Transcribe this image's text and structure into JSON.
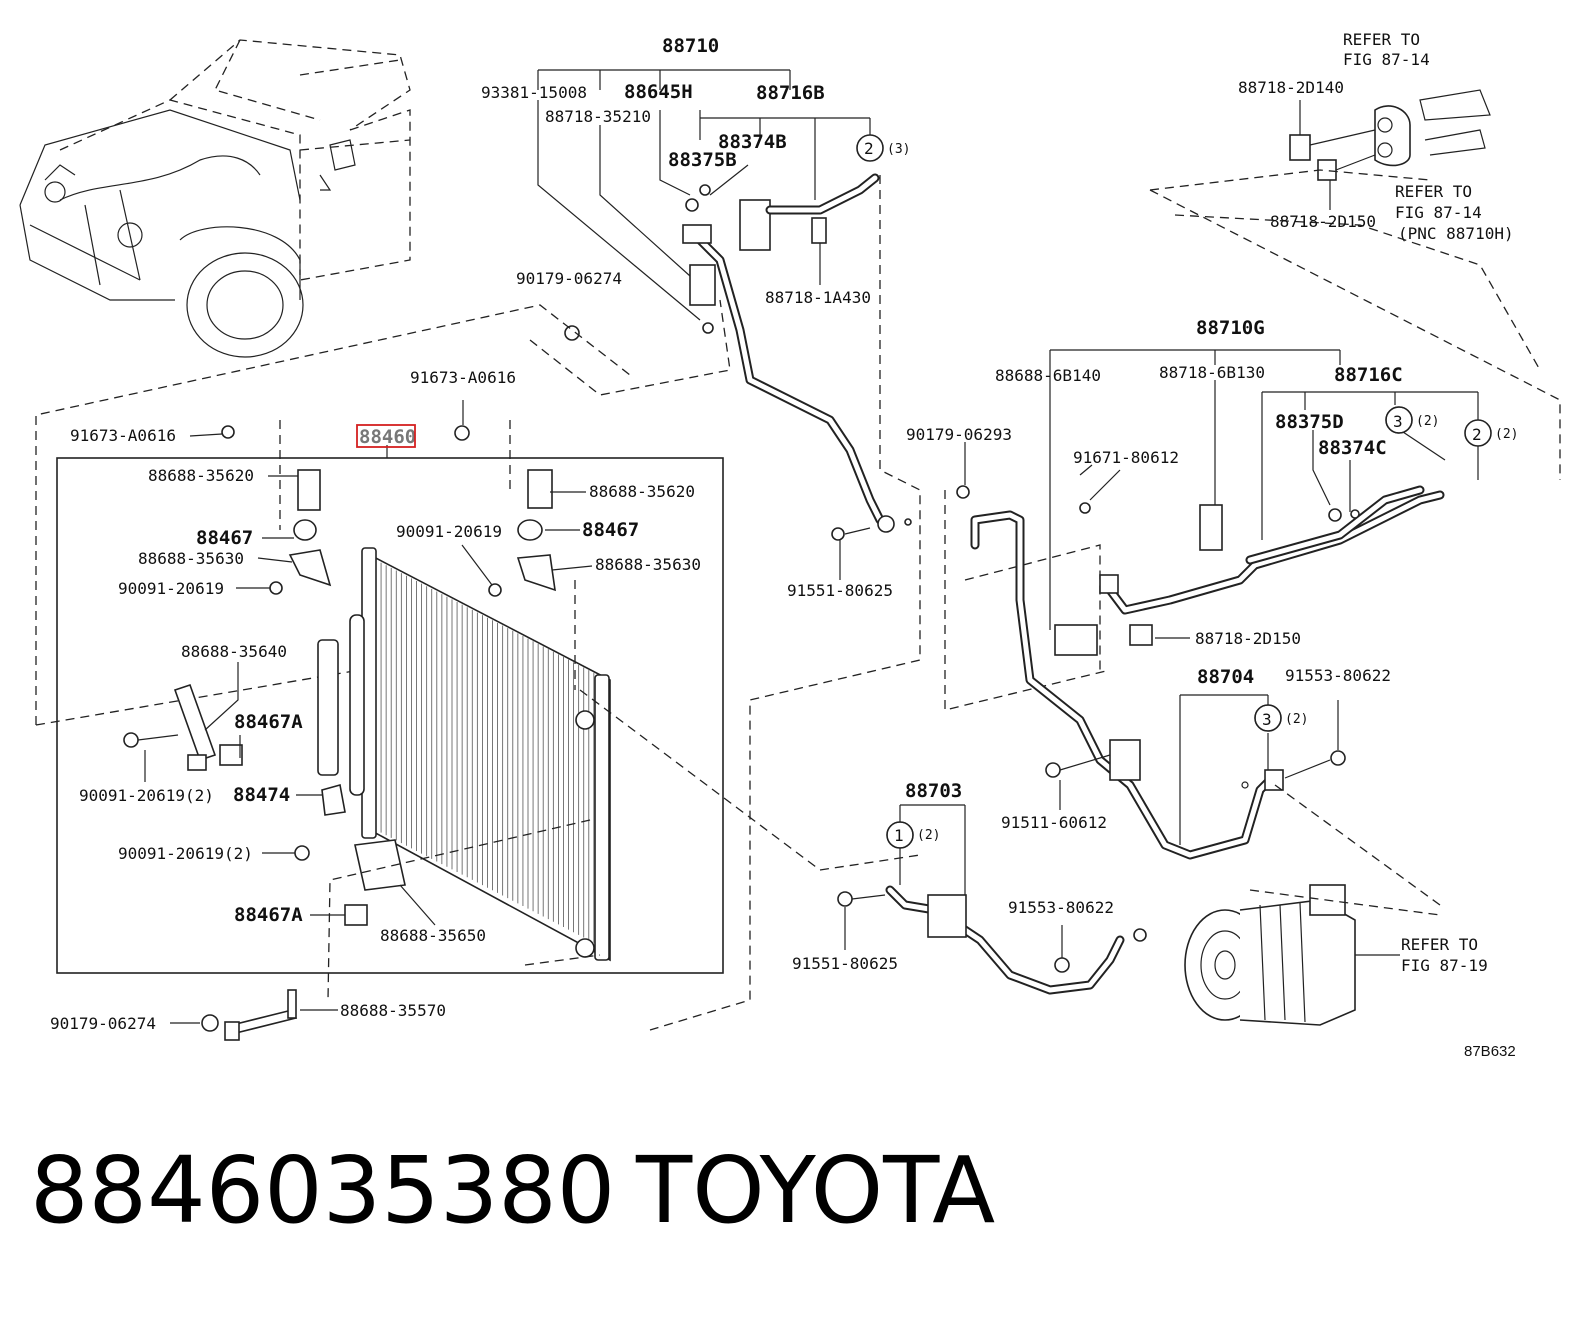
{
  "diagram": {
    "figure_code": "87B632",
    "highlight_color": "#d42020",
    "callouts": {
      "c88710": "88710",
      "c93381": "93381-15008",
      "c88645H": "88645H",
      "c88716B": "88716B",
      "c88718_35210": "88718-35210",
      "c88374B": "88374B",
      "c88375B": "88375B",
      "c2_top": "2",
      "c2_top_qty": "(3)",
      "c88718_1A430": "88718-1A430",
      "c90179_06274_top": "90179-06274",
      "refer1": "REFER TO",
      "refer1b": "FIG 87-14",
      "c88718_2D140": "88718-2D140",
      "c88718_2D150_top": "88718-2D150",
      "refer2": "REFER TO",
      "refer2b": "FIG 87-14",
      "refer2c": "(PNC 88710H)",
      "c91673_a": "91673-A0616",
      "c91673_b": "91673-A0616",
      "c88460": "88460",
      "c88688_35620_l": "88688-35620",
      "c88688_35620_r": "88688-35620",
      "c88467_l": "88467",
      "c88467_r": "88467",
      "c90091_20619_a": "90091-20619",
      "c88688_35630_l": "88688-35630",
      "c88688_35630_r": "88688-35630",
      "c90091_20619_b": "90091-20619",
      "c88688_35640": "88688-35640",
      "c88467A_top": "88467A",
      "c90091_20619_2a": "90091-20619(2)",
      "c88474": "88474",
      "c90091_20619_2b": "90091-20619(2)",
      "c88467A_bot": "88467A",
      "c88688_35650": "88688-35650",
      "c90179_06274_bot": "90179-06274",
      "c88688_35570": "88688-35570",
      "c91551_80625_top": "91551-80625",
      "c90179_06293": "90179-06293",
      "c88710G": "88710G",
      "c88688_6B140": "88688-6B140",
      "c88718_6B130": "88718-6B130",
      "c88716C": "88716C",
      "c88375D": "88375D",
      "c3_a": "3",
      "c3_a_qty": "(2)",
      "c2_b": "2",
      "c2_b_qty": "(2)",
      "c88374C": "88374C",
      "c91671": "91671-80612",
      "c88718_2D150_mid": "88718-2D150",
      "c88704": "88704",
      "c91553_top": "91553-80622",
      "c3_b": "3",
      "c3_b_qty": "(2)",
      "c91511": "91511-60612",
      "c88703": "88703",
      "c1": "1",
      "c1_qty": "(2)",
      "c91553_bot": "91553-80622",
      "c91551_80625_bot": "91551-80625",
      "refer3": "REFER TO",
      "refer3b": "FIG 87-19"
    }
  },
  "caption": {
    "part_number": "8846035380",
    "brand": "TOYOTA"
  }
}
